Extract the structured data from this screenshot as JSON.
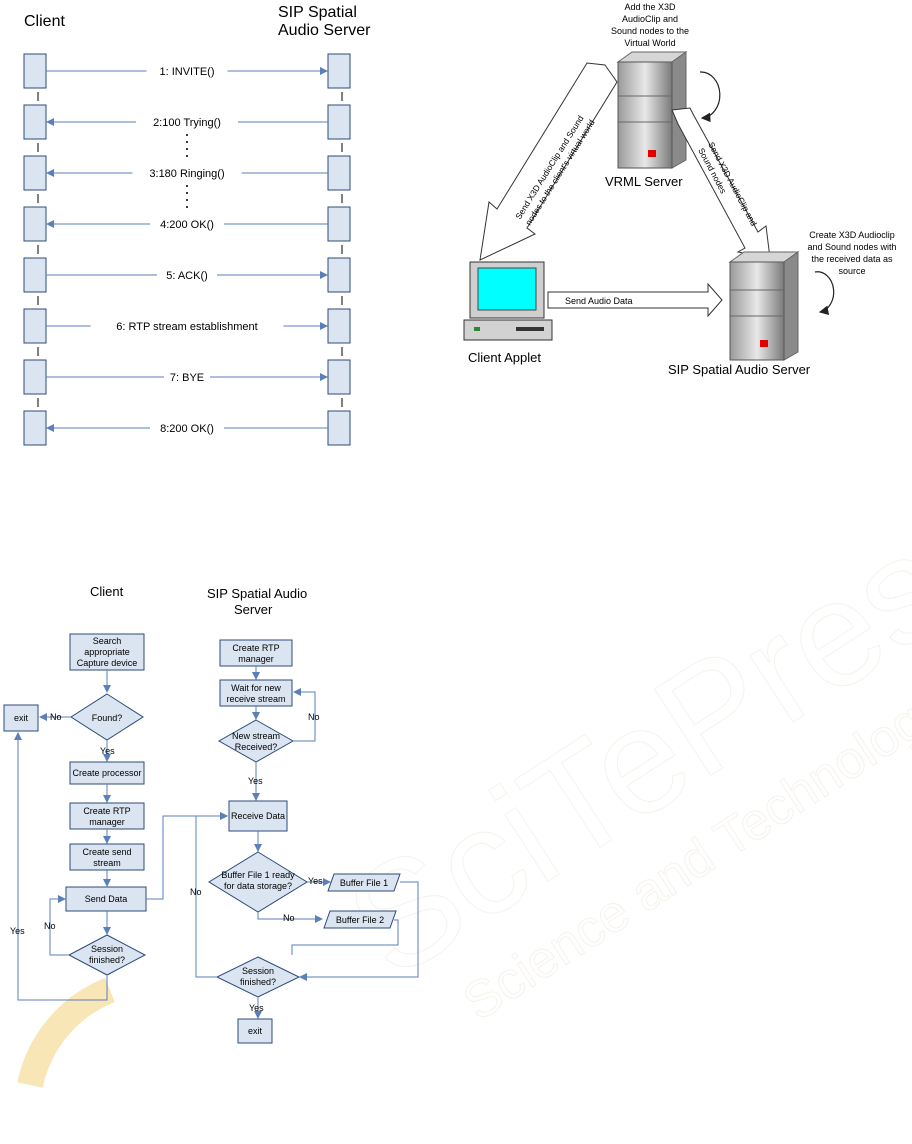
{
  "sequence": {
    "title_client": "Client",
    "title_server_line1": "SIP Spatial",
    "title_server_line2": "Audio Server",
    "messages": [
      "1: INVITE()",
      "2:100 Trying()",
      "3:180 Ringing()",
      "4:200 OK()",
      "5: ACK()",
      "6: RTP stream establishment",
      "7: BYE",
      "8:200 OK()"
    ]
  },
  "architecture": {
    "vrml_note_lines": [
      "Add the X3D",
      "AudioClip and",
      "Sound nodes to the",
      "Virtual World"
    ],
    "vrml_server_label": "VRML Server",
    "sip_note_lines": [
      "Create X3D Audioclip",
      "and Sound nodes with",
      "the received data as",
      "source"
    ],
    "sip_server_label": "SIP Spatial Audio Server",
    "client_label": "Client Applet",
    "arrow_left_lines": [
      "Send X3D AudioClip and Sound",
      "nodes to the client's virtual world"
    ],
    "arrow_right_lines": [
      "Send X3D AudioClip and",
      "Sound nodes"
    ],
    "arrow_bottom": "Send Audio Data"
  },
  "flowchart": {
    "client_title": "Client",
    "server_title_line1": "SIP Spatial Audio",
    "server_title_line2": "Server",
    "client": {
      "search_lines": [
        "Search",
        "appropriate",
        "Capture device"
      ],
      "found": "Found?",
      "exit": "exit",
      "no": "No",
      "yes": "Yes",
      "create_processor": "Create processor",
      "create_rtp_lines": [
        "Create RTP",
        "manager"
      ],
      "create_send_lines": [
        "Create send",
        "stream"
      ],
      "send_data": "Send Data",
      "session_lines": [
        "Session",
        "finished?"
      ],
      "no_loop": "No",
      "yes_loop": "Yes"
    },
    "server": {
      "create_rtp_lines": [
        "Create RTP",
        "manager"
      ],
      "wait_lines": [
        "Wait for new",
        "receive stream"
      ],
      "no": "No",
      "new_stream_lines": [
        "New stream",
        "Received?"
      ],
      "yes": "Yes",
      "receive": "Receive Data",
      "no_left": "No",
      "buffer_q_lines": [
        "Buffer File 1 ready",
        "for data storage?"
      ],
      "yes_buf": "Yes",
      "buffer1": "Buffer File 1",
      "no_buf": "No",
      "buffer2": "Buffer File 2",
      "session_lines": [
        "Session",
        "finished?"
      ],
      "yes_end": "Yes",
      "exit": "exit"
    }
  },
  "watermark_lines": [
    "SciTePress",
    "Science and Technology Publications"
  ],
  "colors": {
    "line": "#5b7fb8",
    "box_fill": "#dbe5f1",
    "box_stroke": "#2c4a78",
    "screen": "#00ffff",
    "watermark": "#e9a23c"
  }
}
